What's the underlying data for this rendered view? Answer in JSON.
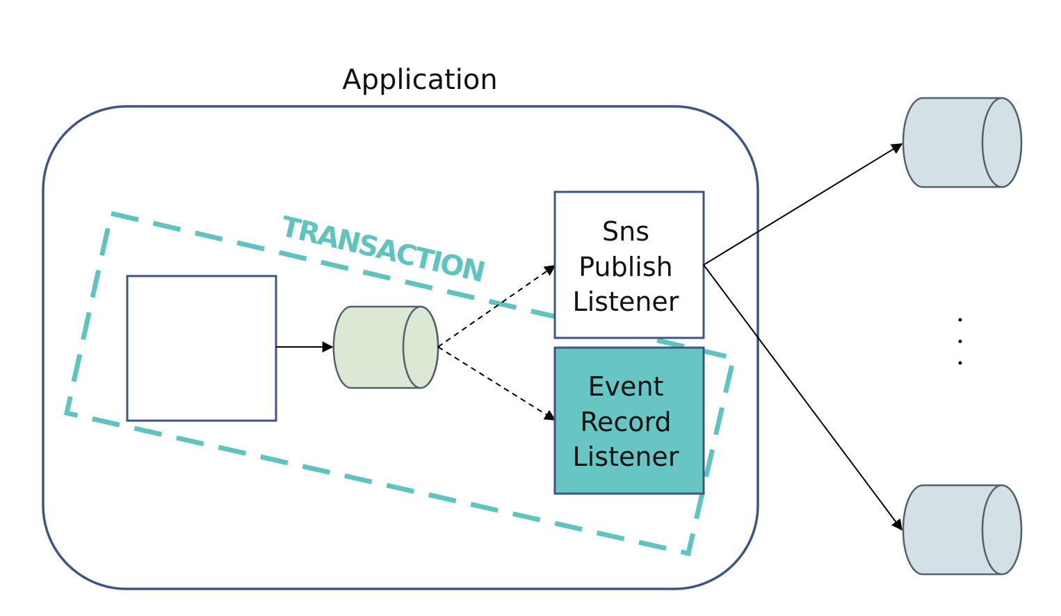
{
  "app": {
    "title": "Application"
  },
  "transaction": {
    "label": "TRANSACTION",
    "color": "#5fc3c0"
  },
  "nodes": {
    "source_box": {
      "label": ""
    },
    "event_queue": {
      "kind": "cylinder",
      "fill": "#dbe8d4"
    },
    "sns_listener": {
      "lines": [
        "Sns",
        "Publish",
        "Listener"
      ],
      "fill": "#ffffff"
    },
    "event_record_listener": {
      "lines": [
        "Event",
        "Record",
        "Listener"
      ],
      "fill": "#67c6c4"
    },
    "external_queue_top": {
      "kind": "cylinder",
      "fill": "#d3e0e5"
    },
    "external_queue_bottom": {
      "kind": "cylinder",
      "fill": "#d3e0e5"
    },
    "ellipsis": {
      "label": "⋮"
    }
  },
  "edges": [
    {
      "from": "source_box",
      "to": "event_queue",
      "style": "solid"
    },
    {
      "from": "event_queue",
      "to": "sns_listener",
      "style": "dashed"
    },
    {
      "from": "event_queue",
      "to": "event_record_listener",
      "style": "dashed"
    },
    {
      "from": "sns_listener",
      "to": "external_queue_top",
      "style": "solid"
    },
    {
      "from": "sns_listener",
      "to": "external_queue_bottom",
      "style": "solid"
    }
  ],
  "colors": {
    "border": "#3d5585",
    "cylinder_stroke": "#555e6b",
    "arrow": "#000000"
  }
}
